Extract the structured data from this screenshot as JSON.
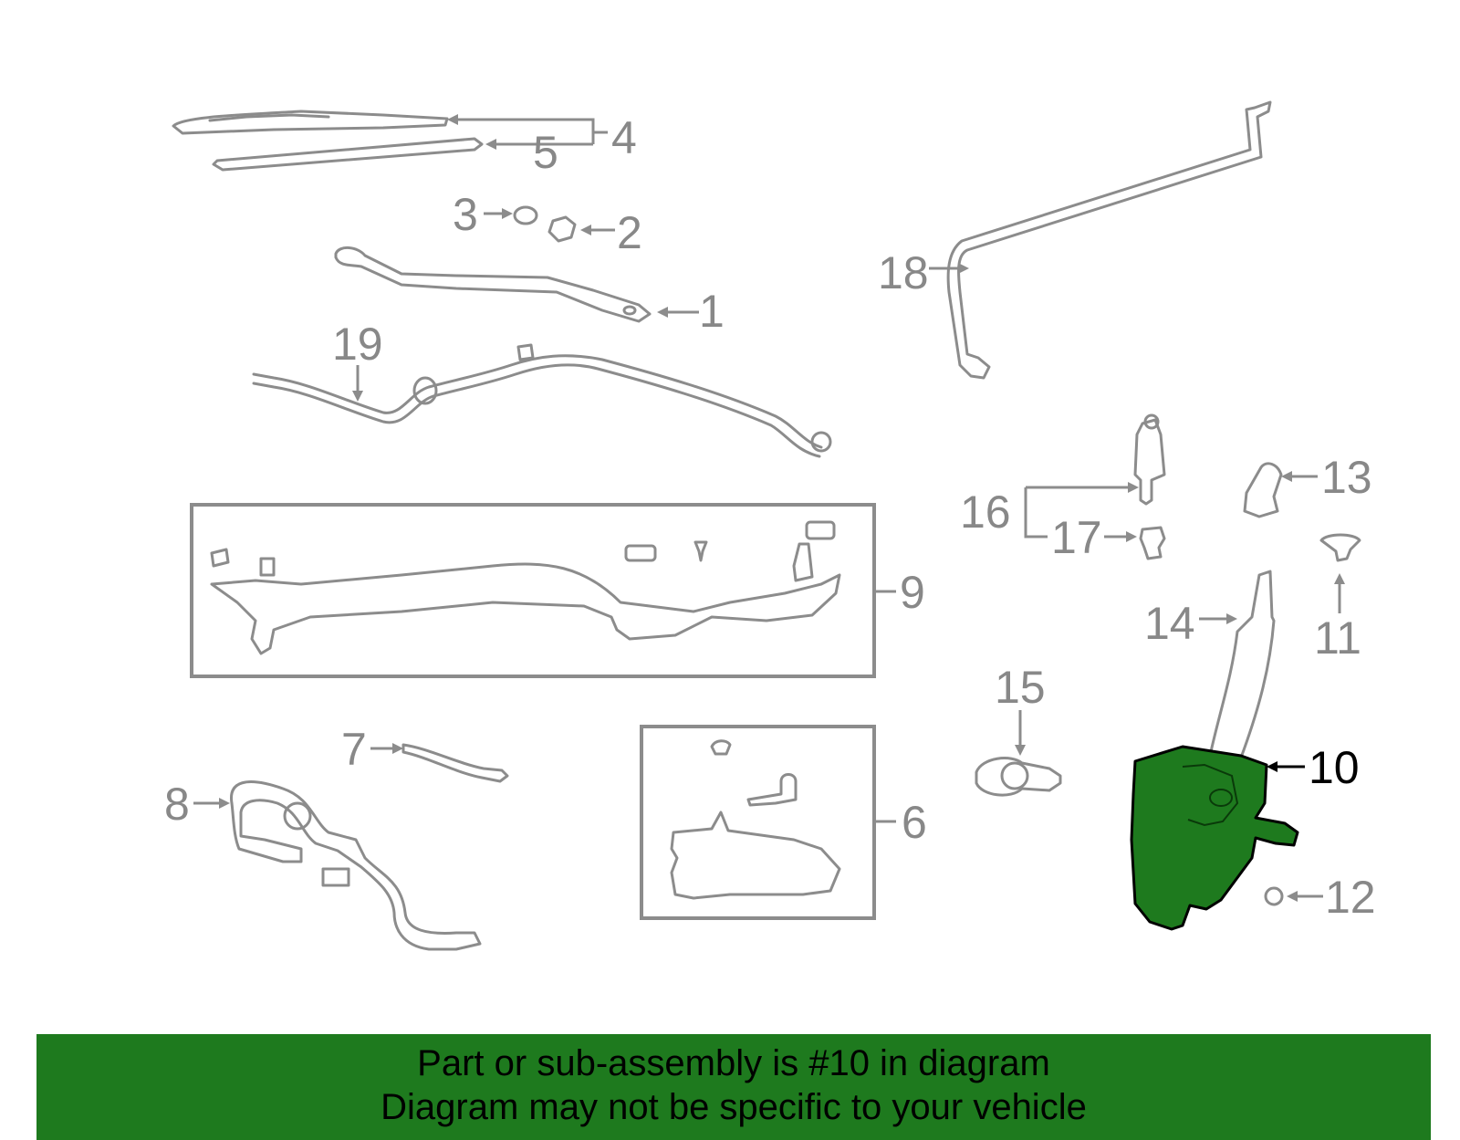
{
  "diagram": {
    "callouts": [
      {
        "id": "1",
        "label": "1"
      },
      {
        "id": "2",
        "label": "2"
      },
      {
        "id": "3",
        "label": "3"
      },
      {
        "id": "4",
        "label": "4"
      },
      {
        "id": "5",
        "label": "5"
      },
      {
        "id": "6",
        "label": "6"
      },
      {
        "id": "7",
        "label": "7"
      },
      {
        "id": "8",
        "label": "8"
      },
      {
        "id": "9",
        "label": "9"
      },
      {
        "id": "10",
        "label": "10"
      },
      {
        "id": "11",
        "label": "11"
      },
      {
        "id": "12",
        "label": "12"
      },
      {
        "id": "13",
        "label": "13"
      },
      {
        "id": "14",
        "label": "14"
      },
      {
        "id": "15",
        "label": "15"
      },
      {
        "id": "16",
        "label": "16"
      },
      {
        "id": "17",
        "label": "17"
      },
      {
        "id": "18",
        "label": "18"
      },
      {
        "id": "19",
        "label": "19"
      }
    ],
    "highlighted_part": "10",
    "highlight_color": "#1e7a1e",
    "line_color": "#8c8c8c"
  },
  "banner": {
    "line1": "Part or sub-assembly is #10 in diagram",
    "line2": "Diagram may not be specific to your vehicle",
    "background": "#1e7a1e"
  }
}
